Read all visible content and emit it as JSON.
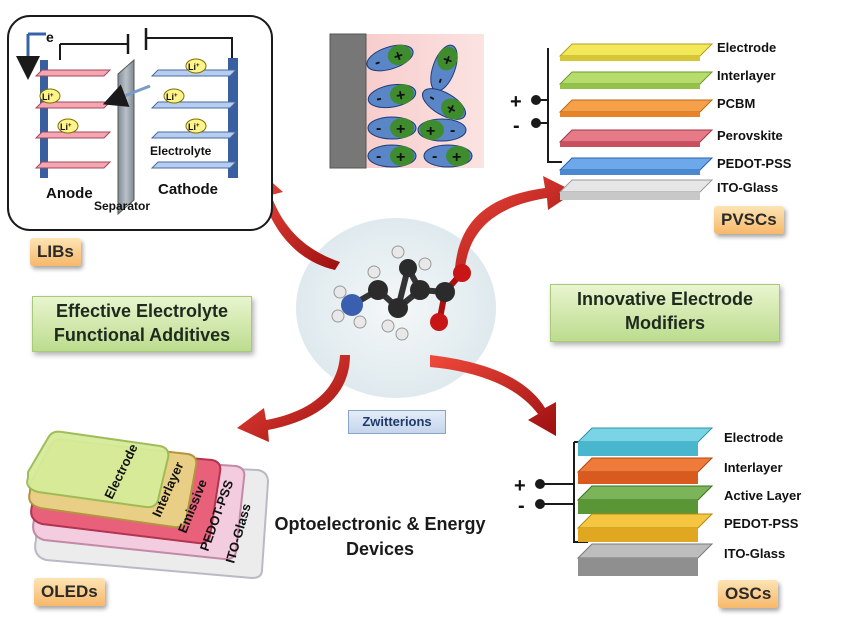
{
  "lib": {
    "tag": "LIBs",
    "electron": "e",
    "ion": "Li",
    "ion_sup": "+",
    "anode": "Anode",
    "separator": "Separator",
    "cathode": "Cathode",
    "electrolyte": "Electrolyte"
  },
  "pvsc": {
    "tag": "PVSCs",
    "plus": "+",
    "minus": "-",
    "layers": [
      "Electrode",
      "Interlayer",
      "PCBM",
      "Perovskite",
      "PEDOT-PSS",
      "ITO-Glass"
    ]
  },
  "osc": {
    "tag": "OSCs",
    "plus": "+",
    "minus": "-",
    "layers": [
      "Electrode",
      "Interlayer",
      "Active Layer",
      "PEDOT-PSS",
      "ITO-Glass"
    ]
  },
  "oled": {
    "tag": "OLEDs",
    "layers": [
      "Electrode",
      "Interlayer",
      "Emissive",
      "PEDOT-PSS",
      "ITO-Glass"
    ]
  },
  "center": {
    "left_box_line1": "Effective Electrolyte",
    "left_box_line2": "Functional Additives",
    "right_box_line1": "Innovative Electrode",
    "right_box_line2": "Modifiers",
    "zwitterions": "Zwitterions",
    "devices_line1": "Optoelectronic & Energy",
    "devices_line2": "Devices"
  },
  "dipole": {
    "plus": "+",
    "minus": "-"
  }
}
